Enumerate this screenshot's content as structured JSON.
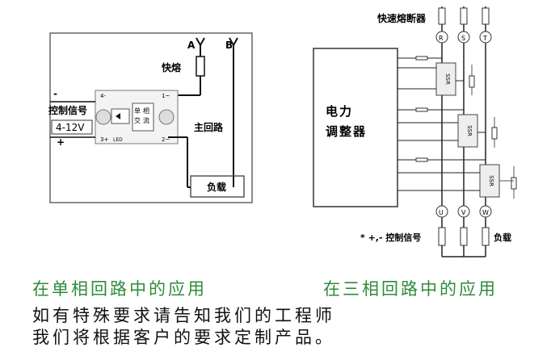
{
  "single_phase": {
    "fuse_label": "快熔",
    "terminal_a": "A",
    "terminal_b": "B",
    "main_circuit_label": "主回路",
    "control_signal_label": "控制信号",
    "voltage_label": "4-12V",
    "minus_sign": "-",
    "plus_sign": "+",
    "ssr_text": [
      "单",
      "相",
      "交",
      "流"
    ],
    "pin_4": "4-",
    "pin_1": "1~",
    "pin_3": "3+",
    "pin_2": "2~",
    "led_label": "LED",
    "load_label": "负载"
  },
  "three_phase": {
    "fast_fuse_label": "快速熔断器",
    "phase_top": [
      "R",
      "S",
      "T"
    ],
    "phase_bottom": [
      "U",
      "V",
      "W"
    ],
    "controller_label_line1": "电力",
    "controller_label_line2": "调整器",
    "ssr_label": "SSR",
    "control_signal_note": "* +,- 控制信号",
    "load_label": "负载"
  },
  "captions": {
    "left": "在单相回路中的应用",
    "right": "在三相回路中的应用"
  },
  "body_text": {
    "line1": "如有特殊要求请告知我们的工程师",
    "line2": "我们将根据客户的要求定制产品。"
  },
  "colors": {
    "caption_green": "#2e8b3a",
    "line": "#1a1a1a",
    "frame": "#555555"
  }
}
